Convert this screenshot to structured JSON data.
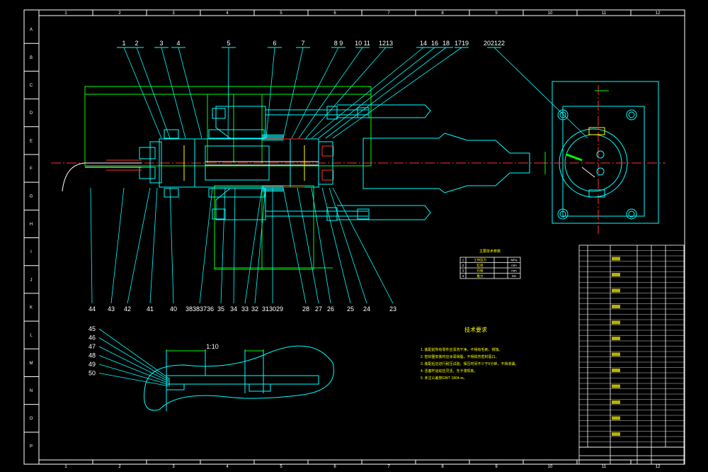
{
  "colors": {
    "background": "#000000",
    "frame": "#ffffff",
    "cyan": "#00ffff",
    "yellow": "#ffff00",
    "green": "#00ff00",
    "red": "#ff3030",
    "magenta": "#ff40ff"
  },
  "border": {
    "columns": [
      "1",
      "2",
      "3",
      "4",
      "5",
      "6",
      "7",
      "8",
      "9",
      "10",
      "11",
      "12"
    ],
    "rows": [
      "A",
      "B",
      "C",
      "D",
      "E",
      "F",
      "G",
      "H",
      "I",
      "J",
      "K",
      "L",
      "M",
      "N",
      "O",
      "P"
    ]
  },
  "main_view": {
    "balloons_top": [
      "1",
      "2",
      "3",
      "4",
      "5",
      "6",
      "7",
      "8 9",
      "10 11",
      "1213",
      "14",
      "16",
      "18",
      "1719",
      "202122"
    ],
    "balloons_bottom": [
      "44",
      "43",
      "42",
      "41",
      "40",
      "38383736",
      "35",
      "34",
      "33",
      "32",
      "313029",
      "28",
      "27",
      "26",
      "25",
      "24",
      "23"
    ]
  },
  "detail_view": {
    "scale": "1:10",
    "balloons": [
      "45",
      "46",
      "47",
      "48",
      "49",
      "50"
    ]
  },
  "tech_requirements": {
    "title": "技术要求",
    "lines": [
      "1. 装配前所有零件应清洗干净，不得有毛刺、锈蚀。",
      "2. 密封圈安装时应涂润滑脂，不得损伤密封唇口。",
      "3. 装配后应进行耐压试验，保压时间不少于5分钟，不得渗漏。",
      "4. 活塞杆运动应灵活，无卡滞现象。",
      "5. 未注公差按GB/T 1804-m。"
    ]
  },
  "small_table": {
    "title": "主要技术参数",
    "rows": [
      [
        "1",
        "工作压力",
        "",
        "MPa"
      ],
      [
        "2",
        "缸径",
        "",
        "mm"
      ],
      [
        "3",
        "行程",
        "",
        "mm"
      ],
      [
        "4",
        "推力",
        "",
        "kN"
      ]
    ]
  }
}
